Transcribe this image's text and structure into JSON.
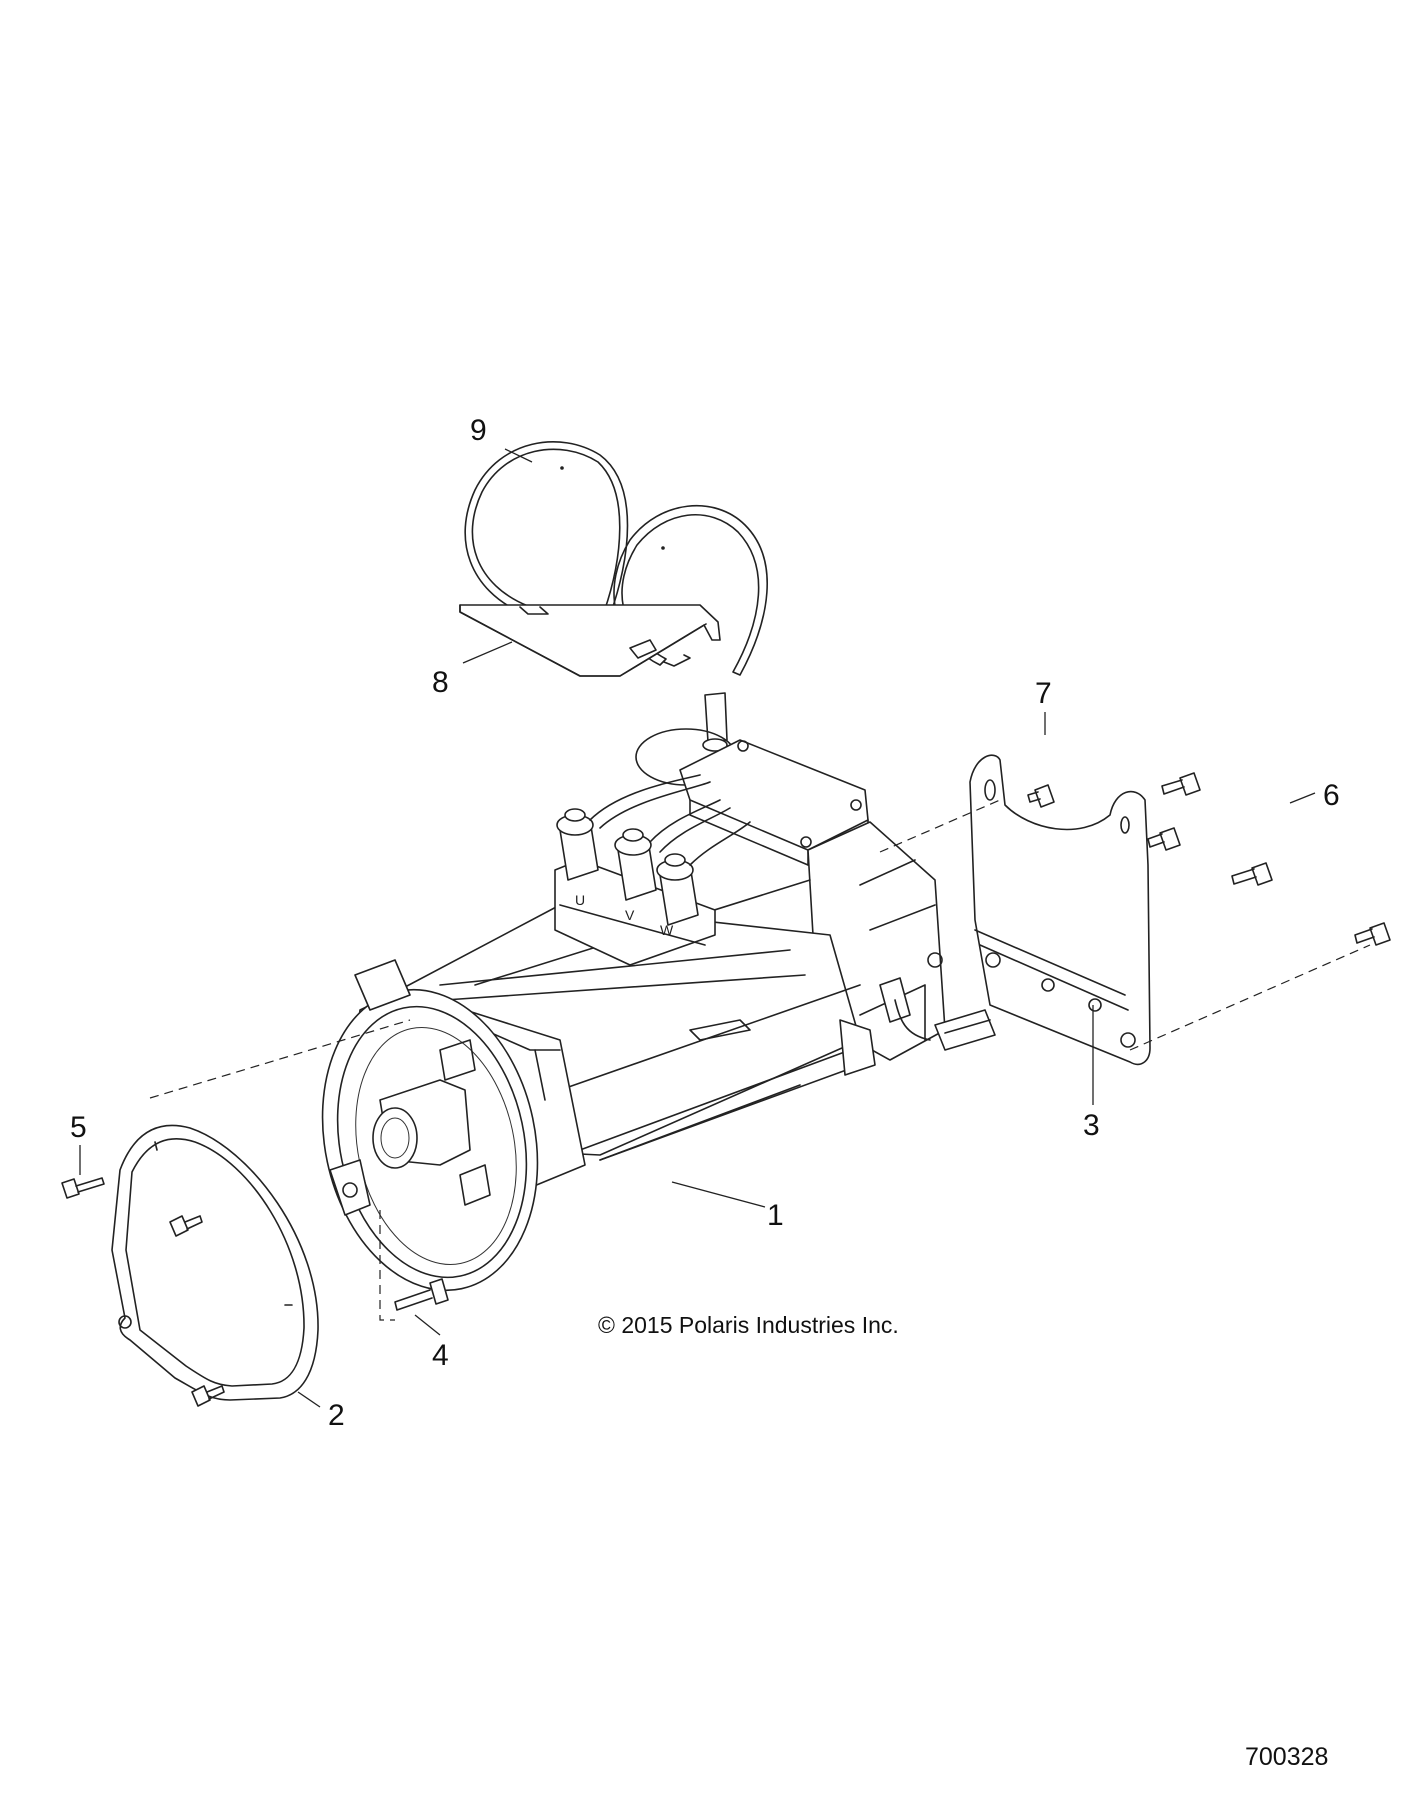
{
  "callouts": [
    {
      "id": "1",
      "label": "1",
      "part": "motor"
    },
    {
      "id": "2",
      "label": "2",
      "part": "gasket-cover"
    },
    {
      "id": "3",
      "label": "3",
      "part": "mounting-bracket"
    },
    {
      "id": "4",
      "label": "4",
      "part": "bolt"
    },
    {
      "id": "5",
      "label": "5",
      "part": "bolt"
    },
    {
      "id": "6",
      "label": "6",
      "part": "bolt"
    },
    {
      "id": "7",
      "label": "7",
      "part": "bolt"
    },
    {
      "id": "8",
      "label": "8",
      "part": "plate"
    },
    {
      "id": "9",
      "label": "9",
      "part": "strap"
    }
  ],
  "copyright": "© 2015 Polaris Industries Inc.",
  "reference_number": "700328",
  "terminal_letters": [
    "U",
    "V",
    "W"
  ]
}
